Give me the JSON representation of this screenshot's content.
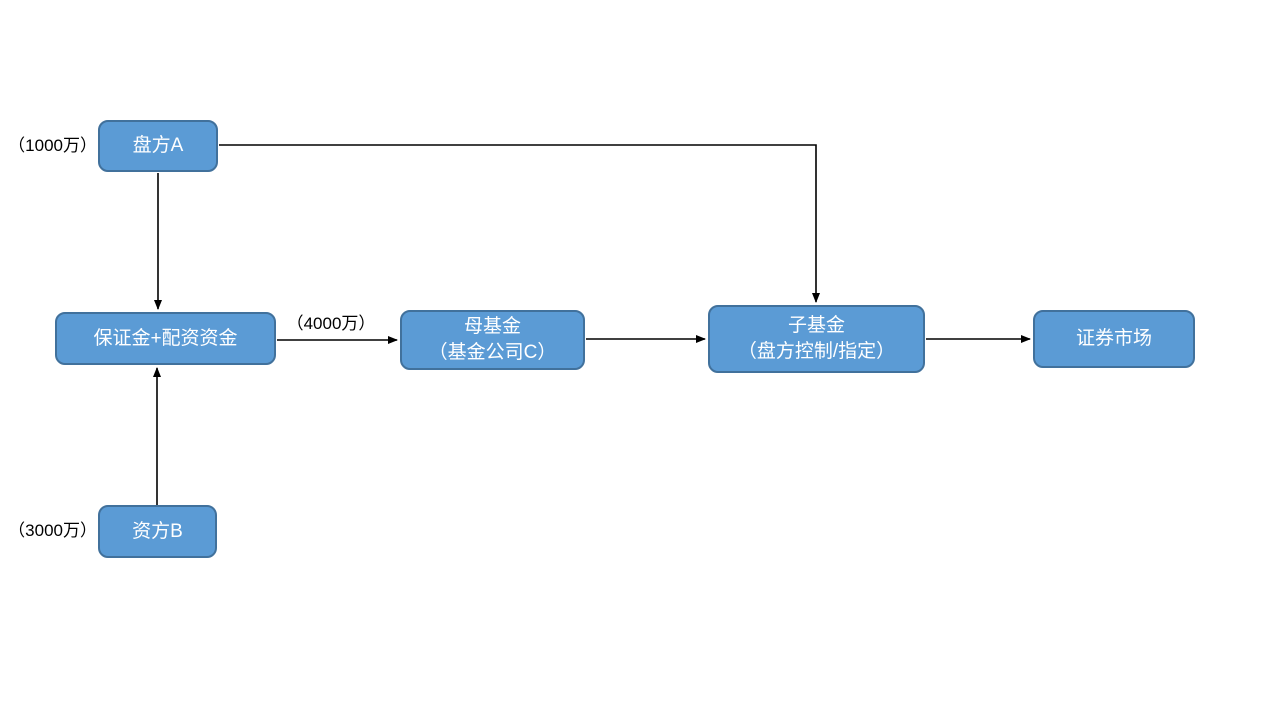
{
  "diagram": {
    "nodes": {
      "pan_fang_a": {
        "label": "盘方A"
      },
      "baozhengjin": {
        "label": "保证金+配资资金"
      },
      "zi_fang_b": {
        "label": "资方B"
      },
      "mu_jijin": {
        "line1": "母基金",
        "line2": "（基金公司C）"
      },
      "zi_jijin": {
        "line1": "子基金",
        "line2": "（盘方控制/指定）"
      },
      "zhengquan_shichang": {
        "label": "证券市场"
      }
    },
    "annotations": {
      "pan_fang_a_amount": "（1000万）",
      "zi_fang_b_amount": "（3000万）",
      "peizi_to_mujijin_amount": "（4000万）"
    },
    "colors": {
      "node_fill": "#5B9BD5",
      "node_border": "#41719C",
      "node_text": "#FFFFFF",
      "arrow": "#000000",
      "annotation_text": "#000000",
      "background": "#FFFFFF"
    }
  }
}
